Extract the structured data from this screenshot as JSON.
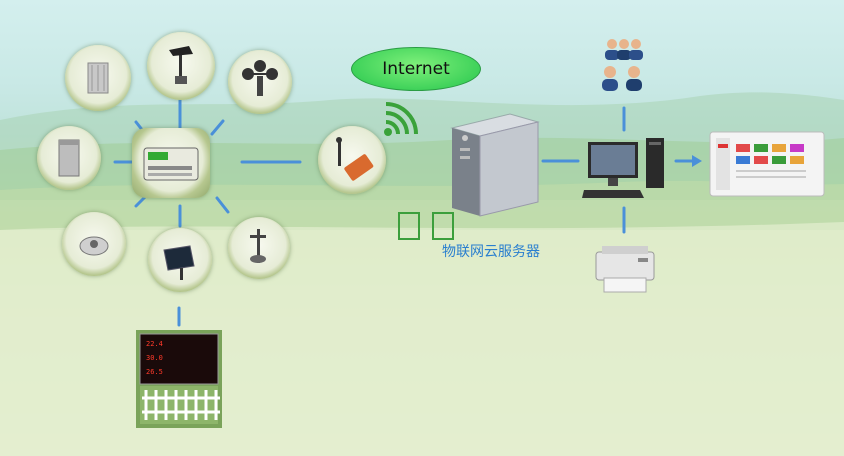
{
  "cloud": {
    "label": "Internet"
  },
  "server": {
    "label": "物联网云服务器"
  },
  "colors": {
    "link": "#4a90d9",
    "wifi": "#3aa23a",
    "internet": "#3fd25a",
    "label": "#2a7fcf"
  },
  "display_board": {
    "value_1": "22.4",
    "value_2": "30.0",
    "value_3": "26.5"
  }
}
